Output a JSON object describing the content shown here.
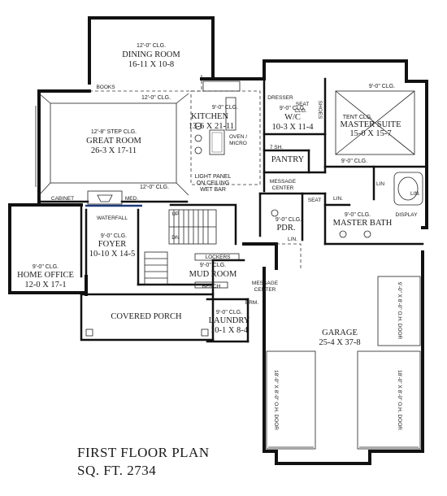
{
  "title": {
    "line1": "FIRST FLOOR PLAN",
    "line2": "SQ. FT. 2734"
  },
  "rooms": {
    "dining": {
      "clg": "12'-0\" CLG.",
      "name": "DINING ROOM",
      "dim": "16-11 X 10-8"
    },
    "great": {
      "clg": "12'-8\" STEP CLG.",
      "name": "GREAT ROOM",
      "dim": "26-3 X 17-11"
    },
    "kitchen": {
      "clg": "9'-0\" CLG.",
      "name": "KITCHEN",
      "dim": "13-6 X 21-11"
    },
    "wic": {
      "clg": "9'-0\" CLG.",
      "name": "W/C",
      "dim": "10-3 X 11-4"
    },
    "master_suite": {
      "clg": "TENT CLG.",
      "name": "MASTER SUITE",
      "dim": "15-0 X 15-7"
    },
    "foyer": {
      "clg": "9'-0\" CLG.",
      "name": "FOYER",
      "dim": "10-10 X 14-5"
    },
    "home_office": {
      "clg": "9'-0\" CLG.",
      "name": "HOME OFFICE",
      "dim": "12-0 X 17-1"
    },
    "mud_room": {
      "clg": "9'-0\" CLG.",
      "name": "MUD ROOM"
    },
    "laundry": {
      "clg": "9'-0\" CLG.",
      "name": "LAUNDRY",
      "dim": "10-1 X 8-4"
    },
    "garage": {
      "name": "GARAGE",
      "dim": "25-4 X 37-8"
    },
    "pantry": {
      "name": "PANTRY"
    },
    "pdr": {
      "clg": "9'-0\" CLG.",
      "name": "PDR."
    },
    "master_bath": {
      "clg": "9'-0\" CLG.",
      "name": "MASTER BATH"
    },
    "covered_porch": {
      "name": "COVERED PORCH"
    }
  },
  "labels": {
    "books": "BOOKS",
    "great_clg_top": "12'-0\" CLG.",
    "great_clg_bottom": "12'-0\" CLG.",
    "oven_micro_1": "OVEN /",
    "oven_micro_2": "MICRO",
    "light_panel_1": "LIGHT PANEL",
    "light_panel_2": "ON CEILING",
    "wet_bar": "WET BAR",
    "cabinet": "CABINET",
    "med": "MED.",
    "waterfall": "WATERFALL",
    "dresser": "DRESSER",
    "seat_1": "SEAT",
    "seat_2": "CLG.",
    "shoes": "SHOES",
    "master_clg_top": "9'-0\" CLG.",
    "master_clg_bottom": "9'-0\" CLG.",
    "seven_sh": "7 SH.",
    "message_center_1": "MESSAGE",
    "message_center_2": "CENTER",
    "seat_bath": "SEAT",
    "lin_1": "LIN.",
    "lin_2": "LIN.",
    "lin_3": "LIN.",
    "lin_4": "LIN",
    "display": "DISPLAY",
    "lockers": "LOCKERS",
    "bench": "BENCH",
    "brm": "BRM.",
    "message_center_g1": "MESSAGE",
    "message_center_g2": "CENTER",
    "up": "UP",
    "dn": "DN",
    "door_upper": "9'-0\" X 8'-0\" O.H. DOOR",
    "door_left": "18'-0\" X 8'-0\" O.H. DOOR",
    "door_right": "18'-0\" X 8'-0\" O.H. DOOR"
  }
}
